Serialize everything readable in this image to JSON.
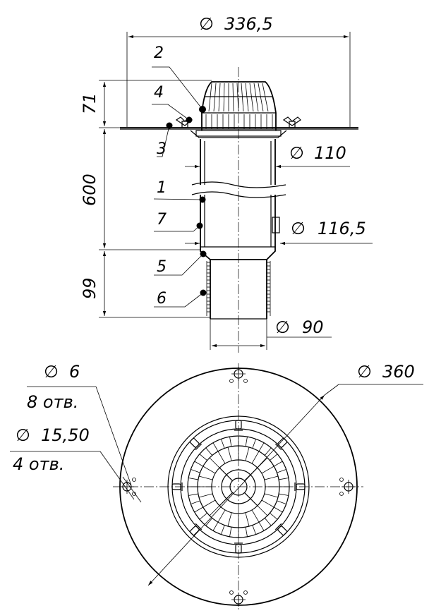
{
  "dimensions": {
    "top_diameter": "336,5",
    "cap_height": "71",
    "pipe_length": "600",
    "bottom_height": "99",
    "pipe_diameter": "110",
    "sleeve_diameter": "116,5",
    "outlet_diameter": "90",
    "flange_diameter": "360",
    "small_hole": "6",
    "small_hole_count": "8 отв.",
    "large_hole": "15,50",
    "large_hole_count": "4 отв."
  },
  "diameter_symbol": "∅",
  "callouts": [
    "1",
    "2",
    "3",
    "4",
    "5",
    "6",
    "7"
  ]
}
